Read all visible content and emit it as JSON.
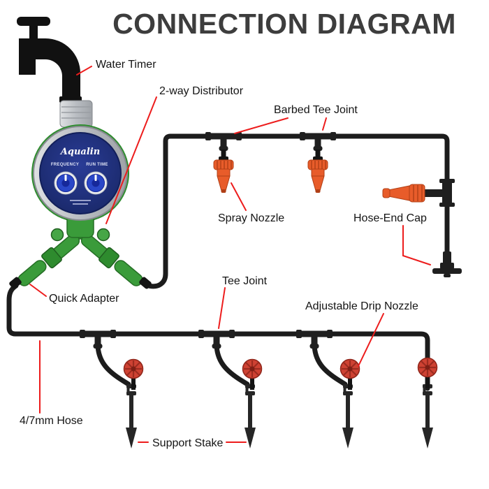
{
  "title": "CONNECTION DIAGRAM",
  "labels": {
    "water_timer": "Water Timer",
    "distributor": "2-way Distributor",
    "barbed_tee": "Barbed Tee Joint",
    "spray_nozzle": "Spray Nozzle",
    "hose_end_cap": "Hose-End Cap",
    "quick_adapter": "Quick Adapter",
    "tee_joint": "Tee Joint",
    "drip_nozzle": "Adjustable Drip Nozzle",
    "hose": "4/7mm Hose",
    "support_stake": "Support Stake"
  },
  "timer": {
    "brand": "Aqualin",
    "left_dial_label": "FREQUENCY",
    "right_dial_label": "RUN TIME"
  },
  "colors": {
    "hose": "#1c1c1c",
    "leader": "#ed1c1c",
    "green": "#3a9b3a",
    "green_dark": "#256e25",
    "orange": "#e85c2a",
    "orange_dark": "#b03f16",
    "nozzle_red": "#ce4233",
    "nozzle_red_dark": "#8e2419",
    "timer_face": "#20307c",
    "dial_blue": "#2a47c8",
    "silver": "#c9cdd1",
    "text": "#141414",
    "title": "#3d3d3d",
    "background": "#ffffff"
  }
}
